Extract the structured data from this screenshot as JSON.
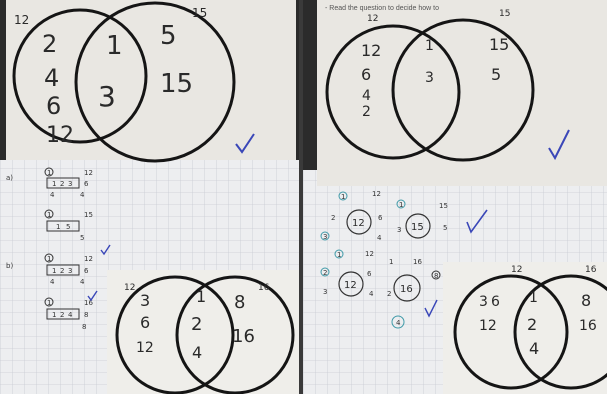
{
  "left_photo": {
    "venn_top": {
      "label_a": "12",
      "label_b": "15",
      "only_a": [
        "2",
        "4",
        "6",
        "12"
      ],
      "both": [
        "1",
        "3"
      ],
      "only_b": [
        "5",
        "15"
      ]
    },
    "factor_rows": [
      {
        "row_label": "a)",
        "left": [
          "1",
          "1",
          "2",
          "3",
          "4"
        ],
        "right": [
          "12",
          "6",
          "4"
        ]
      },
      {
        "row_label": "",
        "left": [
          "1",
          "1",
          "5"
        ],
        "right": [
          "15",
          "5"
        ]
      },
      {
        "row_label": "b)",
        "left": [
          "1",
          "1",
          "2",
          "3",
          "4"
        ],
        "right": [
          "12",
          "6",
          "4"
        ]
      },
      {
        "row_label": "",
        "left": [
          "1",
          "1",
          "2",
          "4",
          "8"
        ],
        "right": [
          "16",
          "8"
        ]
      }
    ],
    "venn_bottom": {
      "label_a": "12",
      "label_b": "16",
      "only_a": [
        "3",
        "6",
        "12"
      ],
      "both": [
        "1",
        "2",
        "4"
      ],
      "only_b": [
        "8",
        "16"
      ]
    }
  },
  "right_photo": {
    "header_text": "- Read the question to decide how to",
    "venn_top": {
      "label_a": "12",
      "label_b": "15",
      "only_a": [
        "12",
        "6",
        "4",
        "2"
      ],
      "both": [
        "1",
        "3"
      ],
      "only_b": [
        "15",
        "5"
      ]
    },
    "factor_diagrams": [
      {
        "center": "12",
        "spokes": [
          "1",
          "12",
          "2",
          "6",
          "3",
          "4"
        ]
      },
      {
        "center": "15",
        "spokes": [
          "1",
          "15",
          "3",
          "5"
        ]
      },
      {
        "center": "12",
        "spokes": [
          "1",
          "12",
          "2",
          "6",
          "3",
          "4"
        ]
      },
      {
        "center": "16",
        "spokes": [
          "1",
          "16",
          "2",
          "8",
          "4"
        ]
      }
    ],
    "venn_bottom": {
      "label_a": "12",
      "label_b": "16",
      "only_a": [
        "3",
        "6",
        "12"
      ],
      "both": [
        "1",
        "2",
        "4"
      ],
      "only_b": [
        "8",
        "16"
      ]
    }
  },
  "colors": {
    "paper": "#e9e7e2",
    "grid": "#c9ccd4",
    "pencil": "#2a2a2a",
    "ink_check": "#3a47b8",
    "teal_circle": "#3f9aa8",
    "background": "#2b2b2b"
  }
}
